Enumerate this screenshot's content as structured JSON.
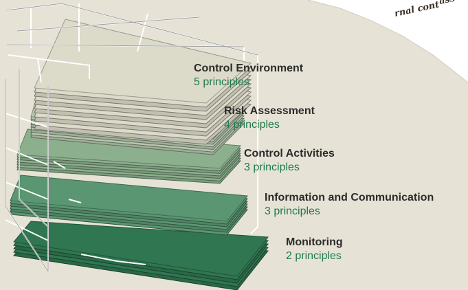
{
  "corner_text": [
    "ass",
    "rnal cont"
  ],
  "layers": [
    {
      "name": "Control Environment",
      "count": "5 principles",
      "color": "#dcdac9"
    },
    {
      "name": "Risk Assessment",
      "count": "4 principles",
      "color": "#b5c6ad"
    },
    {
      "name": "Control Activities",
      "count": "3 principles",
      "color": "#8cb08e"
    },
    {
      "name": "Information and Communication",
      "count": "3 principles",
      "color": "#5a9672"
    },
    {
      "name": "Monitoring",
      "count": "2 principles",
      "color": "#2f7651"
    }
  ],
  "colors": {
    "background": "#e6e3d6",
    "frame": "#ffffff",
    "count_text": "#1f7a4d"
  }
}
